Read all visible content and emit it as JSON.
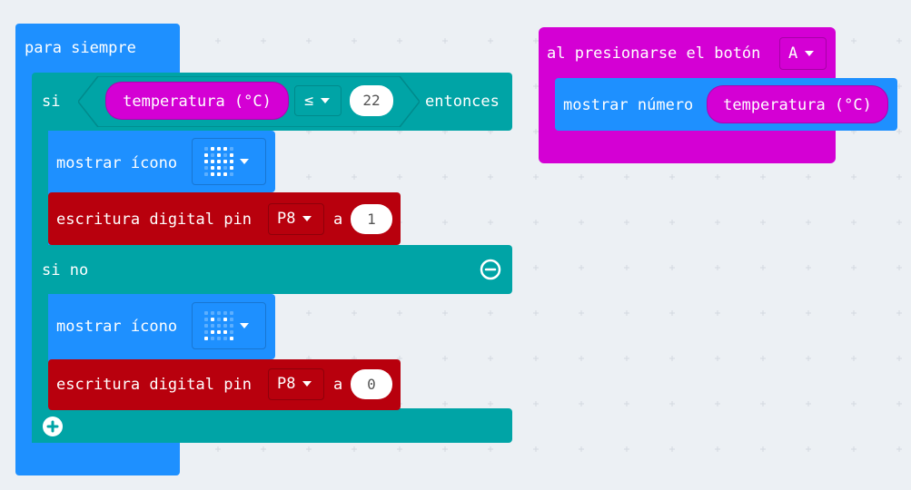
{
  "colors": {
    "background": "#ecf0f4",
    "loop": "#1e90ff",
    "logic": "#00a4a6",
    "basic": "#1e90ff",
    "pins": "#b8000d",
    "input": "#d400d4"
  },
  "forever": {
    "label": "para siempre"
  },
  "if_block": {
    "if_label": "si",
    "then_label": "entonces",
    "else_label": "si no",
    "condition": {
      "sensor_label": "temperatura (°C)",
      "operator": "≤",
      "value": "22"
    },
    "remove_icon": "minus-circle-icon",
    "add_icon": "plus-circle-icon"
  },
  "then_branch": {
    "show_icon_label": "mostrar ícono",
    "digital_write_label": "escritura digital pin",
    "pin": "P8",
    "to_label": "a",
    "value": "1"
  },
  "else_branch": {
    "show_icon_label": "mostrar ícono",
    "digital_write_label": "escritura digital pin",
    "pin": "P8",
    "to_label": "a",
    "value": "0"
  },
  "button_event": {
    "label": "al presionarse el botón",
    "button": "A",
    "show_number_label": "mostrar número",
    "sensor_label": "temperatura (°C)"
  }
}
